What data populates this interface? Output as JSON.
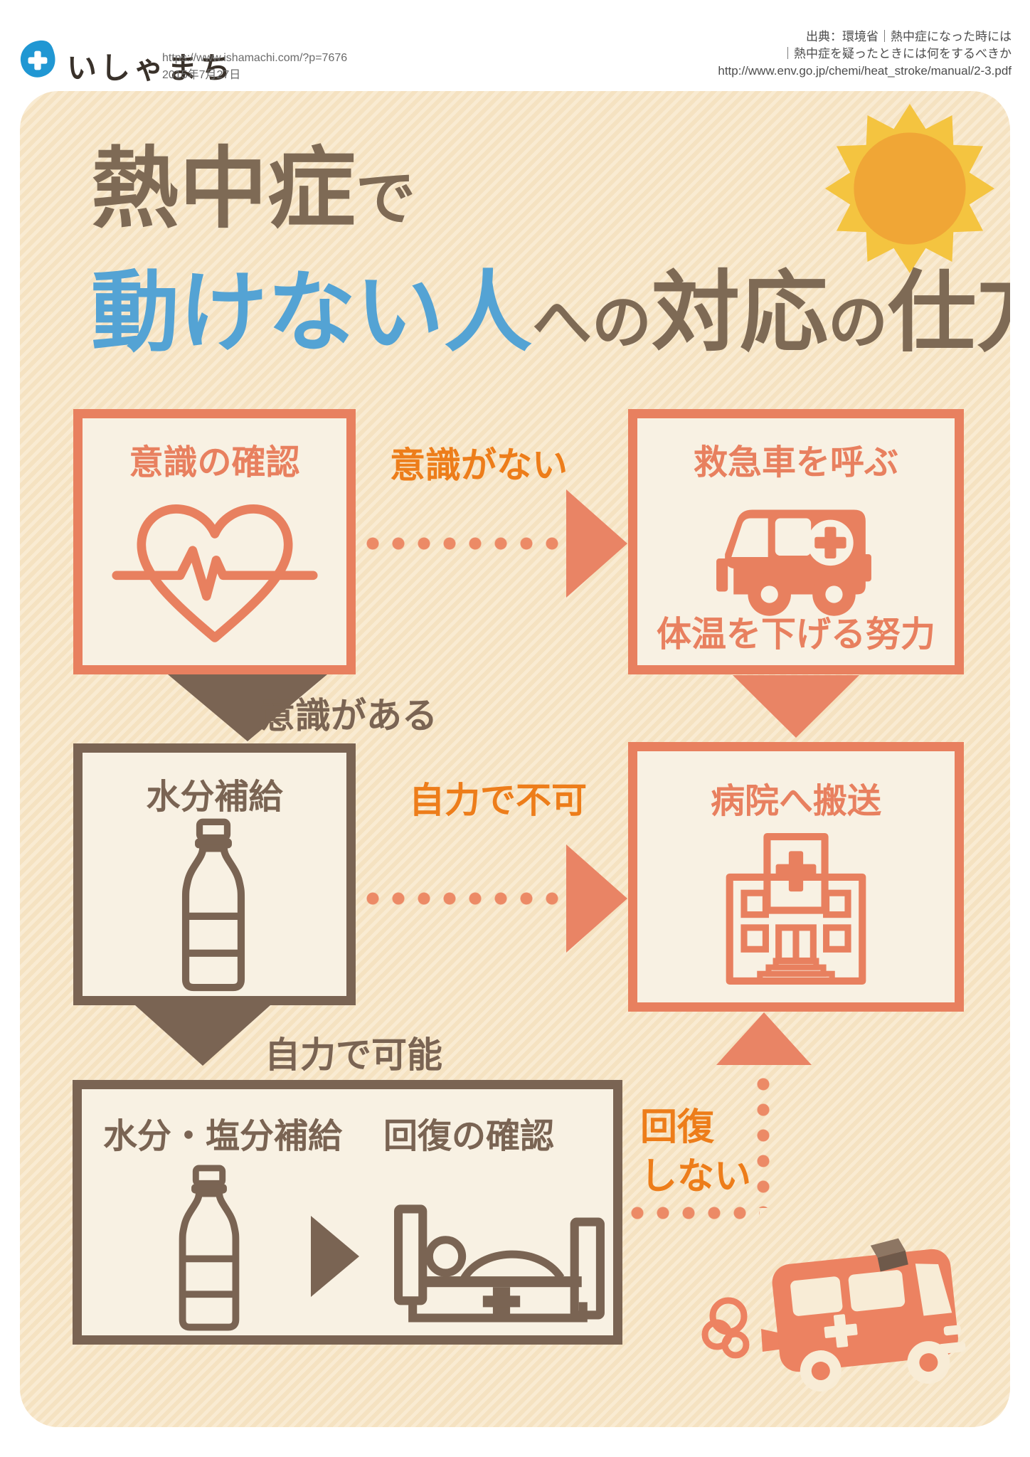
{
  "header": {
    "brand": "いしゃまち",
    "page_url": "https://www.ishamachi.com/?p=7676",
    "date": "2015年7月27日",
    "source_line1": "出典：環境省｜熱中症になった時には",
    "source_line2": "｜熱中症を疑ったときには何をするべきか",
    "source_line3": "http://www.env.go.jp/chemi/heat_stroke/manual/2-3.pdf"
  },
  "title": {
    "l1_big": "熱中症",
    "l1_small": "で",
    "l2_blue": "動けない人",
    "l2_small1": "への",
    "l2_big2": "対応",
    "l2_small2": "の",
    "l2_big3": "仕方"
  },
  "flow": {
    "box1_title": "意識の確認",
    "edge_no_consciousness": "意識がない",
    "box2_title": "救急車を呼ぶ",
    "box2_subtitle": "体温を下げる努力",
    "edge_conscious": "意識がある",
    "box3_title": "水分補給",
    "edge_cannot_self": "自力で不可",
    "box4_title": "病院へ搬送",
    "edge_can_self": "自力で可能",
    "box5_title_left": "水分・塩分補給",
    "box5_title_right": "回復の確認",
    "edge_no_recovery_l1": "回復",
    "edge_no_recovery_l2": "しない"
  },
  "palette": {
    "panel_bg": "#f5e2c1",
    "panel_stripe": "#f9ebd2",
    "box_fill": "#f8f1e3",
    "salmon": "#e8805f",
    "brown": "#7a6453",
    "title_brown": "#7e6a55",
    "title_blue": "#54a3d4",
    "edge_orange": "#ed7d1a",
    "sun_outer": "#f4c440",
    "sun_inner": "#f0a636",
    "logo_blue": "#2097d3"
  }
}
